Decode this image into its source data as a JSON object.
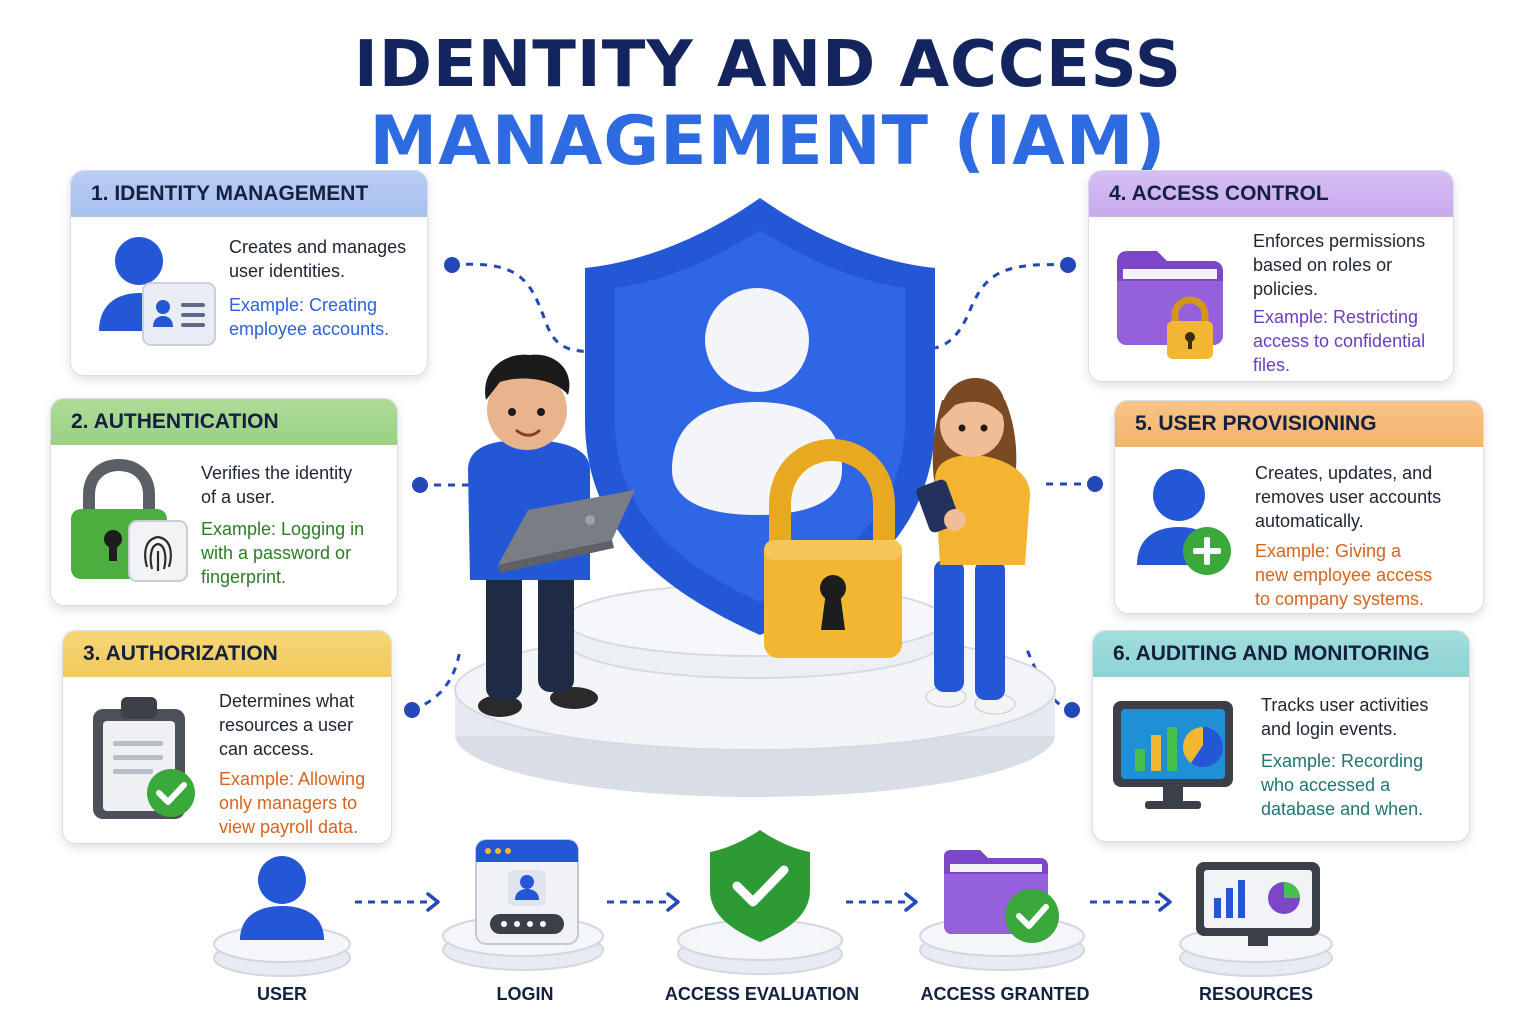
{
  "title": {
    "line1": "IDENTITY AND ACCESS",
    "line2": "MANAGEMENT (IAM)"
  },
  "cards": [
    {
      "header": "1. IDENTITY MANAGEMENT",
      "description": [
        "Creates and manages",
        "user identities."
      ],
      "example": [
        "Example: Creating",
        "employee accounts."
      ],
      "icon": "user-id-card-icon",
      "color": "#a8c0ee"
    },
    {
      "header": "2. AUTHENTICATION",
      "description": [
        "Verifies the identity",
        "of a user."
      ],
      "example": [
        "Example: Logging in",
        "with a password or",
        "fingerprint."
      ],
      "icon": "padlock-fingerprint-icon",
      "color": "#9ad184"
    },
    {
      "header": "3. AUTHORIZATION",
      "description": [
        "Determines what",
        "resources a user",
        "can access."
      ],
      "example": [
        "Example: Allowing",
        "only managers to",
        "view payroll data."
      ],
      "icon": "clipboard-check-icon",
      "color": "#f1c95c"
    },
    {
      "header": "4. ACCESS CONTROL",
      "description": [
        "Enforces permissions",
        "based on roles or",
        "policies."
      ],
      "example": [
        "Example: Restricting",
        "access to confidential",
        "files."
      ],
      "icon": "locked-folder-icon",
      "color": "#c8aaee"
    },
    {
      "header": "5. USER PROVISIONING",
      "description": [
        "Creates, updates, and",
        "removes user accounts",
        "automatically."
      ],
      "example": [
        "Example: Giving a",
        "new employee access",
        "to company systems."
      ],
      "icon": "user-add-icon",
      "color": "#f4b36c"
    },
    {
      "header": "6. AUDITING AND MONITORING",
      "description": [
        "Tracks user activities",
        "and login events."
      ],
      "example": [
        "Example: Recording",
        "who accessed a",
        "database and when."
      ],
      "icon": "monitor-chart-icon",
      "color": "#8dd3d2"
    }
  ],
  "flow": [
    {
      "label": "USER",
      "icon": "user-icon"
    },
    {
      "label": "LOGIN",
      "icon": "login-window-icon"
    },
    {
      "label": "ACCESS EVALUATION",
      "icon": "shield-check-icon"
    },
    {
      "label": "ACCESS GRANTED",
      "icon": "folder-check-icon"
    },
    {
      "label": "RESOURCES",
      "icon": "monitor-chart-icon"
    }
  ],
  "colors": {
    "title_dark": "#13245f",
    "title_blue": "#2f6be0",
    "shield_blue": "#2457d6",
    "lock_yellow": "#f1b731",
    "check_green": "#3aa83a",
    "connector": "#2348b8"
  }
}
